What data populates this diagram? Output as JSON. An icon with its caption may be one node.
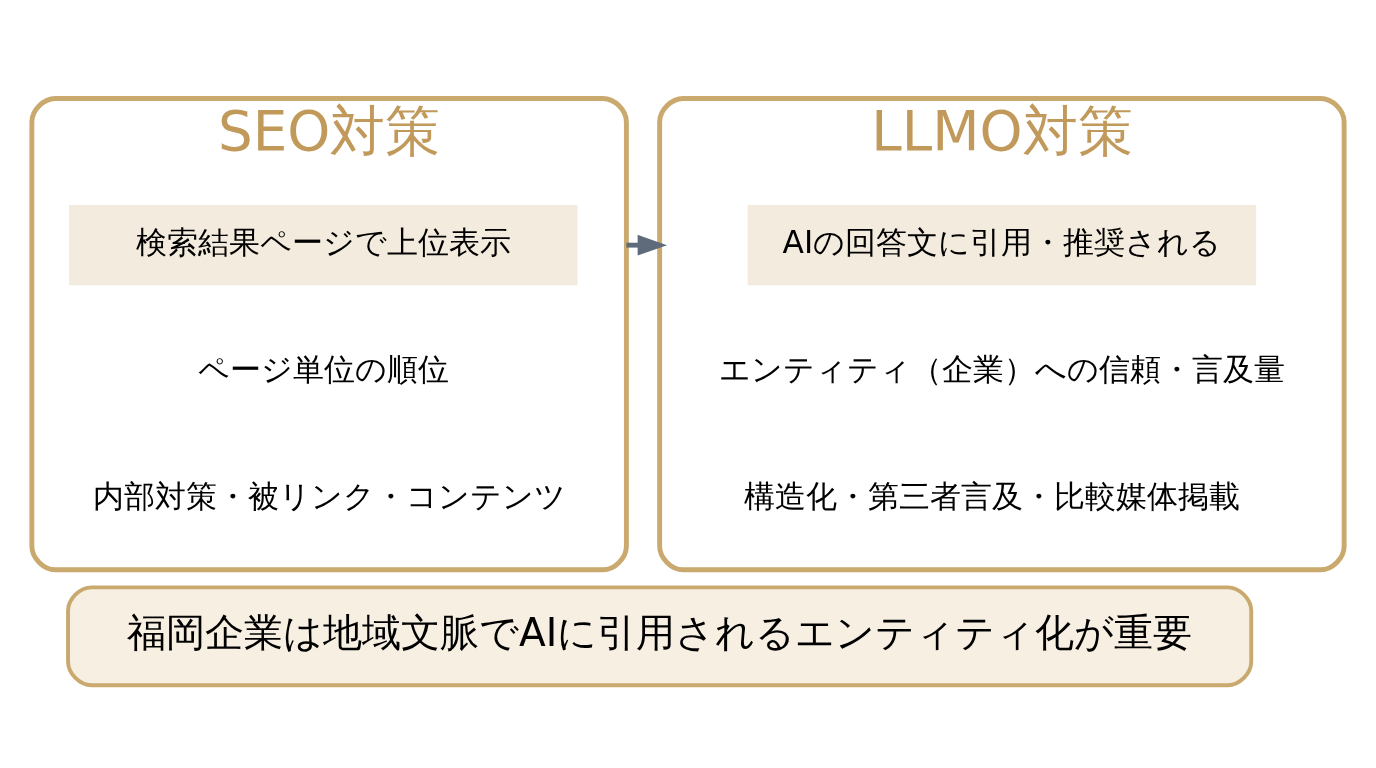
{
  "diagram": {
    "nodes": [
      {
        "text": [
          "SEO対策"
        ]
      },
      {
        "text": [
          "検索結果ページで上位表示"
        ],
        "in": 0
      },
      {
        "text": [
          "ページ単位の順位"
        ],
        "in": 0
      },
      {
        "text": [
          "内部対策・被リンク・コンテンツ"
        ],
        "in": 0
      },
      {
        "text": [
          "LLMO対策"
        ]
      },
      {
        "text": [
          "AIの回答文に引用・推奨される"
        ],
        "in": 4
      },
      {
        "text": [
          "エンティティ（企業）への信頼・言及量"
        ],
        "in": 4
      },
      {
        "text": [
          "構造化・第三者言及・比較媒体掲載"
        ],
        "in": 4
      },
      {
        "text": [
          "福岡企業は地域文脈でAIに引用されるエンティティ化が重要"
        ]
      }
    ],
    "edges": [
      {
        "from": 0,
        "to": 4,
        "arrow": "to"
      }
    ]
  }
}
